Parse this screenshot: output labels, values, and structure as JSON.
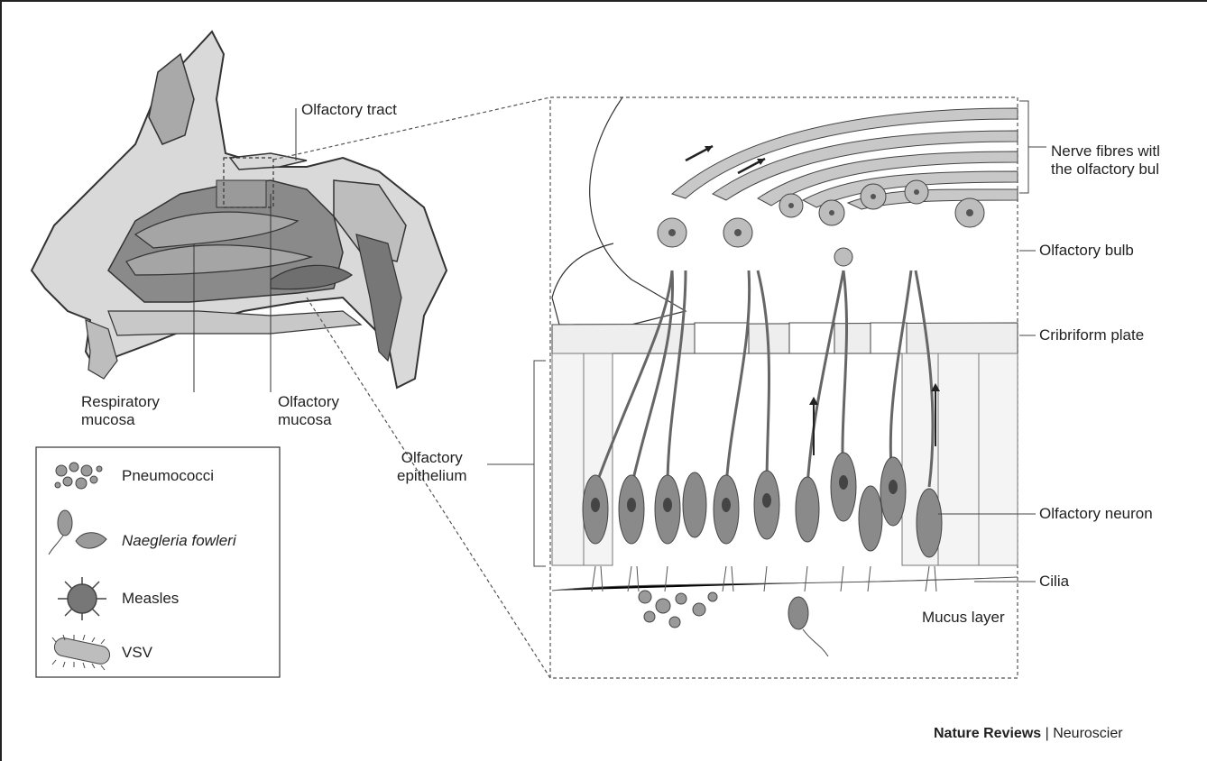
{
  "labels": {
    "olfactory_tract": "Olfactory tract",
    "respiratory_mucosa": "Respiratory\nmucosa",
    "olfactory_mucosa": "Olfactory\nmucosa",
    "olfactory_epithelium": "Olfactory\nepithelium",
    "nerve_fibres": "Nerve fibres witl\nthe olfactory bul",
    "olfactory_bulb": "Olfactory bulb",
    "cribriform_plate": "Cribriform plate",
    "olfactory_neuron": "Olfactory neuron",
    "cilia": "Cilia",
    "mucus_layer": "Mucus layer"
  },
  "legend": {
    "items": [
      {
        "label": "Pneumococci",
        "icon": "pneumococci-icon",
        "italic": false
      },
      {
        "label": "Naegleria fowleri",
        "icon": "naegleria-icon",
        "italic": true
      },
      {
        "label": "Measles",
        "icon": "measles-icon",
        "italic": false
      },
      {
        "label": "VSV",
        "icon": "vsv-icon",
        "italic": false
      }
    ]
  },
  "credit": {
    "journal": "Nature Reviews",
    "separator": " | ",
    "section": "Neuroscier"
  },
  "colors": {
    "tissue_dark": "#6e6e6e",
    "tissue_mid": "#9a9a9a",
    "tissue_light": "#d4d4d4",
    "line": "#333333"
  }
}
